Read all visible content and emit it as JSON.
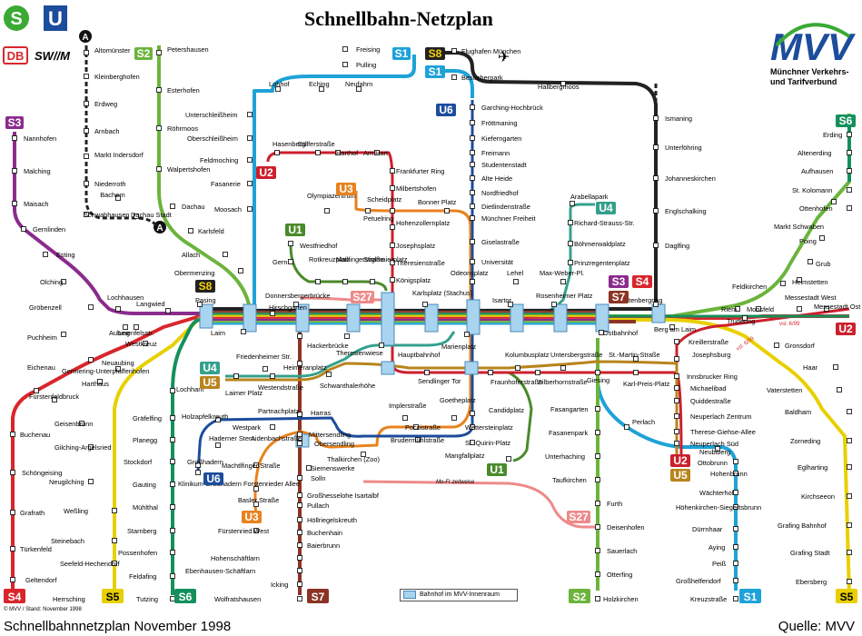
{
  "title": "Schnellbahn-Netzplan",
  "caption": "Schnellbahnnetzplan November 1998",
  "source": "Quelle: MVV",
  "stand": "© MVV / Stand: November 1998",
  "legend": "Bahnhof im MVV-Innenraum",
  "brands": {
    "s": "S",
    "u": "U",
    "db": "DB",
    "swm": "SW//M",
    "mvv": "MVV",
    "mvv_sub1": "Münchner Verkehrs-",
    "mvv_sub2": "und Tarifverbund",
    "a": "A"
  },
  "notes": {
    "mofr": "Mo-Fr zeitweise",
    "vsl1": "vsl. 6/99",
    "vsl2": "vsl. 6/99"
  },
  "colors": {
    "S1": "#1ea2d8",
    "S2": "#6cb43c",
    "S3": "#8a2c8c",
    "S4": "#d8262c",
    "S5": "#e8d000",
    "S6": "#14905c",
    "S7": "#8c3424",
    "S8": "#222222",
    "S27": "#ee8a8a",
    "U1": "#4a8a2a",
    "U2": "#cc1f2c",
    "U3": "#e8821e",
    "U4": "#34a08c",
    "U5": "#b8841c",
    "U6": "#1c4c9c",
    "A": "#222222"
  },
  "line_badges": [
    {
      "id": "b_s2",
      "label": "S2"
    },
    {
      "id": "b_s3",
      "label": "S3"
    },
    {
      "id": "b_s8t",
      "label": "S8"
    },
    {
      "id": "b_s1t",
      "label": "S1"
    },
    {
      "id": "b_s1t2",
      "label": "S1"
    },
    {
      "id": "b_u6t",
      "label": "U6"
    },
    {
      "id": "b_u2",
      "label": "U2"
    },
    {
      "id": "b_u3",
      "label": "U3"
    },
    {
      "id": "b_u1",
      "label": "U1"
    },
    {
      "id": "b_s8w",
      "label": "S8"
    },
    {
      "id": "b_s27",
      "label": "S27"
    },
    {
      "id": "b_u4",
      "label": "U4"
    },
    {
      "id": "b_s3e",
      "label": "S3"
    },
    {
      "id": "b_s4e",
      "label": "S4"
    },
    {
      "id": "b_s7e",
      "label": "S7"
    },
    {
      "id": "b_s6",
      "label": "S6"
    },
    {
      "id": "b_u2e",
      "label": "U2"
    },
    {
      "id": "b_u4w",
      "label": "U4"
    },
    {
      "id": "b_u5w",
      "label": "U5"
    },
    {
      "id": "b_u6w",
      "label": "U6"
    },
    {
      "id": "b_u3s",
      "label": "U3"
    },
    {
      "id": "b_u1s",
      "label": "U1"
    },
    {
      "id": "b_s27s",
      "label": "S27"
    },
    {
      "id": "b_u2s",
      "label": "U2"
    },
    {
      "id": "b_u5s",
      "label": "U5"
    },
    {
      "id": "b_s4b",
      "label": "S4"
    },
    {
      "id": "b_s5b",
      "label": "S5"
    },
    {
      "id": "b_s6b",
      "label": "S6"
    },
    {
      "id": "b_s7b",
      "label": "S7"
    },
    {
      "id": "b_s2b",
      "label": "S2"
    },
    {
      "id": "b_s1b",
      "label": "S1"
    },
    {
      "id": "b_s5e",
      "label": "S5"
    }
  ],
  "stations": [
    "Altomünster",
    "Kleinberghofen",
    "Erdweg",
    "Arnbach",
    "Markt Indersdorf",
    "Niederroth",
    "Bachern",
    "Schwabhausen",
    "Dachau Stadt",
    "Petershausen",
    "Esterhofen",
    "Röhrmoos",
    "Walpertshofen",
    "Dachau",
    "Karlsfeld",
    "Allach",
    "Obermenzing",
    "Pasing",
    "Unterschleißheim",
    "Oberschleißheim",
    "Feldmoching",
    "Fasanerie",
    "Moosach",
    "Freising",
    "Pulling",
    "Flughafen München",
    "Besucherpark",
    "Lohhof",
    "Eching",
    "Neufahrn",
    "Hallbergmoos",
    "Ismaning",
    "Unterföhring",
    "Johanneskirchen",
    "Englschalking",
    "Daglfing",
    "Nannhofen",
    "Malching",
    "Maisach",
    "Gernlinden",
    "Esting",
    "Olching",
    "Gröbenzell",
    "Lochhausen",
    "Langwied",
    "Hasenbergl",
    "Dülferstraße",
    "Harthof",
    "Am Hart",
    "Frankfurter Ring",
    "Milbertshofen",
    "Olympiazentrum",
    "Scheidplatz",
    "Bonner Platz",
    "Petuelring",
    "Hohenzollernplatz",
    "Josephsplatz",
    "Theresienstraße",
    "Königsplatz",
    "Westfriedhof",
    "Gern",
    "Rotkreuzplatz",
    "Maillingerstraße",
    "Stiglmaierplatz",
    "Garching-Hochbrück",
    "Fröttmaning",
    "Kieferngarten",
    "Freimann",
    "Studentenstadt",
    "Alte Heide",
    "Nordfriedhof",
    "Dietlindenstraße",
    "Münchner Freiheit",
    "Giselastraße",
    "Universität",
    "Odeonsplatz",
    "Arabellapark",
    "Richard-Strauss-Str.",
    "Böhmerwaldplatz",
    "Prinzregentenplatz",
    "Max-Weber-Pl.",
    "Lehel",
    "Erding",
    "Altenerding",
    "Aufhausen",
    "St. Kolomann",
    "Ottenhofen",
    "Markt Schwaben",
    "Poing",
    "Grub",
    "Heimstetten",
    "Feldkirchen",
    "Riem",
    "Messestadt West",
    "Moosfeld",
    "Trudering",
    "Messestadt Ost",
    "Leuchtenbergring",
    "Donnersbergerbrücke",
    "Karlsplatz (Stachus)",
    "Isartor",
    "Rosenheimer Platz",
    "Laim",
    "Hirschgarten",
    "Hackerbrücke",
    "Theresienwiese",
    "Hauptbahnhof",
    "Marienplatz",
    "Ostbahnhof",
    "Berg am Laim",
    "Puchheim",
    "Aubing",
    "Leienfelsstr.",
    "Westkreuz",
    "Eichenau",
    "Germering-Unterpfaffenhofen",
    "Harthaus",
    "Neuaubing",
    "Fürstenfeldbruck",
    "Geisenbrunn",
    "Buchenau",
    "Gilching-Argelsried",
    "Schöngeising",
    "Neugilching",
    "Grafrath",
    "Weßling",
    "Türkenfeld",
    "Steinebach",
    "Seefeld-Hechendorf",
    "Geltendorf",
    "Herrsching",
    "Friedenheimer Str.",
    "Laimer Platz",
    "Westendstraße",
    "Heimeranplatz",
    "Schwanthalerhöhe",
    "Partnachplatz",
    "Harras",
    "Holzapfelkreuth",
    "Westpark",
    "Haderner Stern",
    "Großhadern",
    "Klinikum Großhadern",
    "Aidenbachstraße",
    "Machtlfinger Straße",
    "Forstenrieder Allee",
    "Basler Straße",
    "Fürstenried West",
    "Lochham",
    "Gräfelfing",
    "Planegg",
    "Stockdorf",
    "Gauting",
    "Mühlthal",
    "Starnberg",
    "Possenhofen",
    "Feldafing",
    "Tutzing",
    "Mittersendling",
    "Obersendling",
    "Thalkirchen (Zoo)",
    "Siemenswerke",
    "Solln",
    "Großhesselohe Isartalbf",
    "Pullach",
    "Höllriegelskreuth",
    "Buchenhain",
    "Baierbrunn",
    "Hohenschäftlarn",
    "Ebenhausen-Schäftlarn",
    "Icking",
    "Wolfratshausen",
    "Implerstraße",
    "Poccistraße",
    "Goetheplatz",
    "Sendlinger Tor",
    "Brudermühlstraße",
    "Candidplatz",
    "Wettersteinplatz",
    "St.-Quirin-Platz",
    "Mangfallplatz",
    "Kolumbusplatz",
    "Fraunhoferstraße",
    "Silberhornstraße",
    "Untersbergstraße",
    "Giesing",
    "Karl-Preis-Platz",
    "St.-Martin-Straße",
    "Fasangarten",
    "Fasanenpark",
    "Unterhaching",
    "Taufkirchen",
    "Furth",
    "Deisenhofen",
    "Sauerlach",
    "Otterfing",
    "Holzkirchen",
    "Kreillerstraße",
    "Josephsburg",
    "Innsbrucker Ring",
    "Michaelibad",
    "Quiddestraße",
    "Neuperlach Zentrum",
    "Therese-Giehse-Allee",
    "Neuperlach Süd",
    "Perlach",
    "Neubiberg",
    "Ottobrunn",
    "Hohenbrunn",
    "Wächterhof",
    "Höhenkirchen-Siegertsbrunn",
    "Dürrnhaar",
    "Aying",
    "Peiß",
    "Großhelfendorf",
    "Kreuzstraße",
    "Gronsdorf",
    "Haar",
    "Vaterstetten",
    "Baldham",
    "Zorneding",
    "Eglharting",
    "Kirchseeon",
    "Grafing Bahnhof",
    "Grafing Stadt",
    "Ebersberg"
  ]
}
